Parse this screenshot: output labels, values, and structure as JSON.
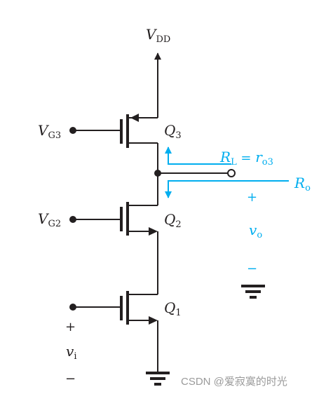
{
  "labels": {
    "vdd_main": "V",
    "vdd_sub": "DD",
    "vg3_main": "V",
    "vg3_sub": "G3",
    "vg2_main": "V",
    "vg2_sub": "G2",
    "q3_main": "Q",
    "q3_sub": "3",
    "q2_main": "Q",
    "q2_sub": "2",
    "q1_main": "Q",
    "q1_sub": "1",
    "rl_main": "R",
    "rl_sub": "L",
    "rl_eq": " = ",
    "ro3_main": "r",
    "ro3_sub": "o3",
    "ro_main": "R",
    "ro_sub": "o",
    "vo_main": "v",
    "vo_sub": "o",
    "vi_main": "v",
    "vi_sub": "i",
    "plus": "+",
    "minus": "−"
  },
  "watermark": "CSDN @爱寂寞的时光",
  "colors": {
    "wire": "#231f20",
    "accent": "#00aeef",
    "watermark": "#9a9a9a"
  }
}
